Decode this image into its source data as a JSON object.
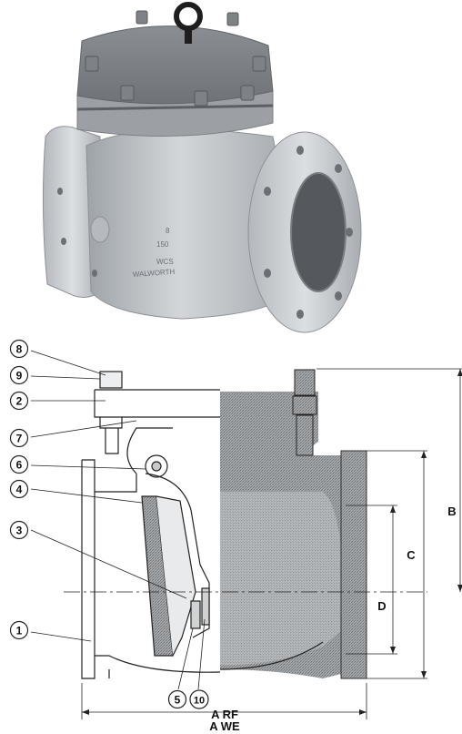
{
  "photo": {
    "castings": [
      "8",
      "150",
      "WCS",
      "WALWORTH"
    ]
  },
  "callouts": [
    {
      "number": "8"
    },
    {
      "number": "9"
    },
    {
      "number": "2"
    },
    {
      "number": "7"
    },
    {
      "number": "6"
    },
    {
      "number": "4"
    },
    {
      "number": "3"
    },
    {
      "number": "1"
    },
    {
      "number": "5"
    },
    {
      "number": "10"
    }
  ],
  "dimensions": {
    "b": "B",
    "c": "C",
    "d": "D",
    "a_rf": "A RF",
    "a_we": "A WE"
  },
  "colors": {
    "valve_gray": "#b9bdc1",
    "hatch": "#8a8d90",
    "line": "#222222"
  }
}
